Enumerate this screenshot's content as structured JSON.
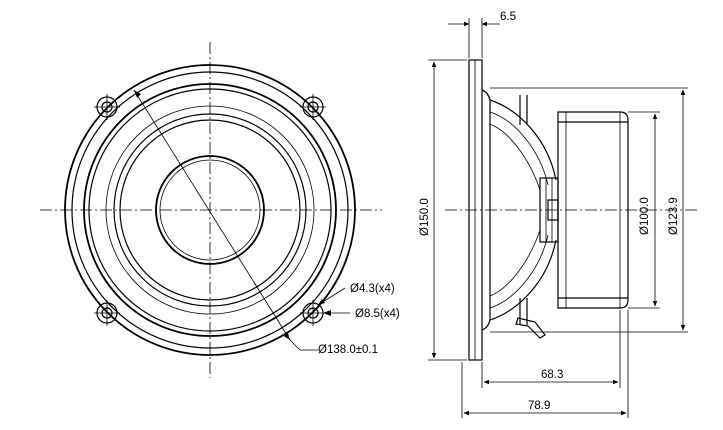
{
  "front_view": {
    "dim_mounting_hole": "Ø4.3(x4)",
    "dim_hole_counterbore": "Ø8.5(x4)",
    "dim_bolt_circle": "Ø138.0±0.1"
  },
  "side_view": {
    "dim_flange_thickness": "6.5",
    "dim_outer_diameter": "Ø150.0",
    "dim_magnet_diameter": "Ø100.0",
    "dim_cutout_diameter": "Ø123.9",
    "dim_depth_to_magnet": "68.3",
    "dim_total_depth": "78.9"
  }
}
